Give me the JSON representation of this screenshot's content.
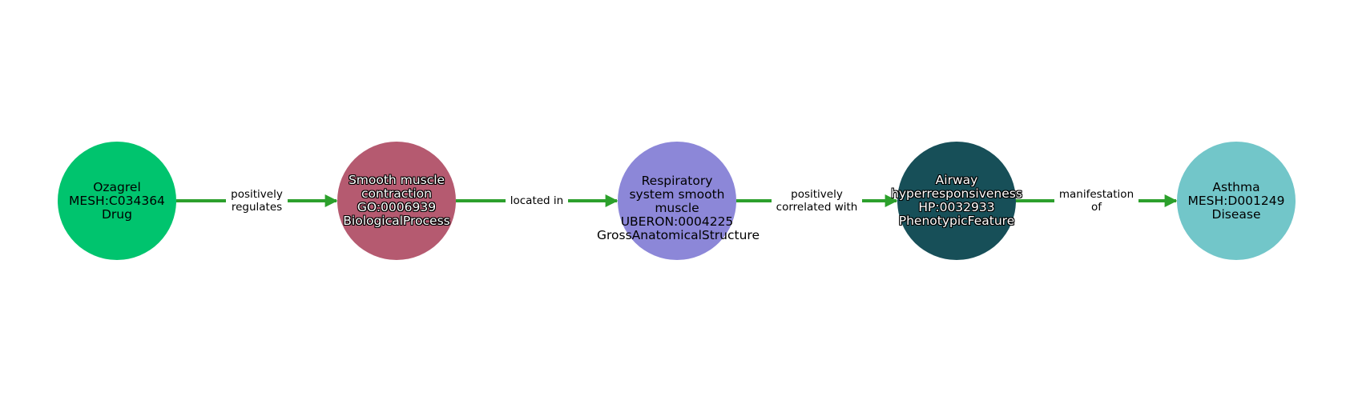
{
  "diagram": {
    "nodes": [
      {
        "id": "n1",
        "lines": [
          "Ozagrel",
          "MESH:C034364",
          "Drug"
        ],
        "color": "#00c46e",
        "text_style": "dark"
      },
      {
        "id": "n2",
        "lines": [
          "Smooth muscle",
          "contraction",
          "GO:0006939",
          "BiologicalProcess"
        ],
        "color": "#b55a70",
        "text_style": "light"
      },
      {
        "id": "n3",
        "lines": [
          "Respiratory",
          "system smooth",
          "muscle",
          "UBERON:0004225",
          "GrossAnatomicalStructure"
        ],
        "color": "#8c87d8",
        "text_style": "dark"
      },
      {
        "id": "n4",
        "lines": [
          "Airway",
          "hyperresponsiveness",
          "HP:0032933",
          "PhenotypicFeature"
        ],
        "color": "#174f58",
        "text_style": "light"
      },
      {
        "id": "n5",
        "lines": [
          "Asthma",
          "MESH:D001249",
          "Disease"
        ],
        "color": "#72c6c9",
        "text_style": "dark"
      }
    ],
    "edges": [
      {
        "from": "n1",
        "to": "n2",
        "lines": [
          "positively",
          "regulates"
        ]
      },
      {
        "from": "n2",
        "to": "n3",
        "lines": [
          "located in"
        ]
      },
      {
        "from": "n3",
        "to": "n4",
        "lines": [
          "positively",
          "correlated with"
        ]
      },
      {
        "from": "n4",
        "to": "n5",
        "lines": [
          "manifestation",
          "of"
        ]
      }
    ],
    "edge_color": "#2ca02c"
  }
}
